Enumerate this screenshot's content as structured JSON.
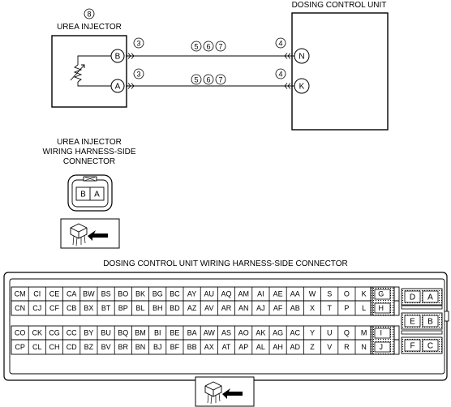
{
  "labels": {
    "injector_circle_num": "8",
    "urea_injector": "UREA INJECTOR",
    "dosing_control_unit": "DOSING CONTROL UNIT",
    "injector_connector_line1": "UREA INJECTOR",
    "injector_connector_line2": "WIRING HARNESS-SIDE",
    "injector_connector_line3": "CONNECTOR",
    "dcu_connector": "DOSING CONTROL UNIT WIRING HARNESS-SIDE CONNECTOR"
  },
  "wires": [
    {
      "from_pin": "B",
      "to_pin": "N",
      "left_circle": "3",
      "middle_circles": [
        "5",
        "6",
        "7"
      ],
      "right_circle": "4"
    },
    {
      "from_pin": "A",
      "to_pin": "K",
      "left_circle": "3",
      "middle_circles": [
        "5",
        "6",
        "7"
      ],
      "right_circle": "4"
    }
  ],
  "injector_connector_pins": [
    "B",
    "A"
  ],
  "dcu_connector": {
    "row1": [
      "CM",
      "CI",
      "CE",
      "CA",
      "BW",
      "BS",
      "BO",
      "BK",
      "BG",
      "BC",
      "AY",
      "AU",
      "AQ",
      "AM",
      "AI",
      "AE",
      "AA",
      "W",
      "S",
      "O",
      "K",
      "G"
    ],
    "row2": [
      "CN",
      "CJ",
      "CF",
      "CB",
      "BX",
      "BT",
      "BP",
      "BL",
      "BH",
      "BD",
      "AZ",
      "AV",
      "AR",
      "AN",
      "AJ",
      "AF",
      "AB",
      "X",
      "T",
      "P",
      "L",
      "H"
    ],
    "row3": [
      "CO",
      "CK",
      "CG",
      "CC",
      "BY",
      "BU",
      "BQ",
      "BM",
      "BI",
      "BE",
      "BA",
      "AW",
      "AS",
      "AO",
      "AK",
      "AG",
      "AC",
      "Y",
      "U",
      "Q",
      "M",
      "I"
    ],
    "row4": [
      "CP",
      "CL",
      "CH",
      "CD",
      "BZ",
      "BV",
      "BR",
      "BN",
      "BJ",
      "BF",
      "BB",
      "AX",
      "AT",
      "AP",
      "AL",
      "AH",
      "AD",
      "Z",
      "V",
      "R",
      "N",
      "J"
    ],
    "side_pins": [
      [
        "D",
        "A"
      ],
      [
        "E",
        "B"
      ],
      [
        "F",
        "C"
      ]
    ]
  }
}
